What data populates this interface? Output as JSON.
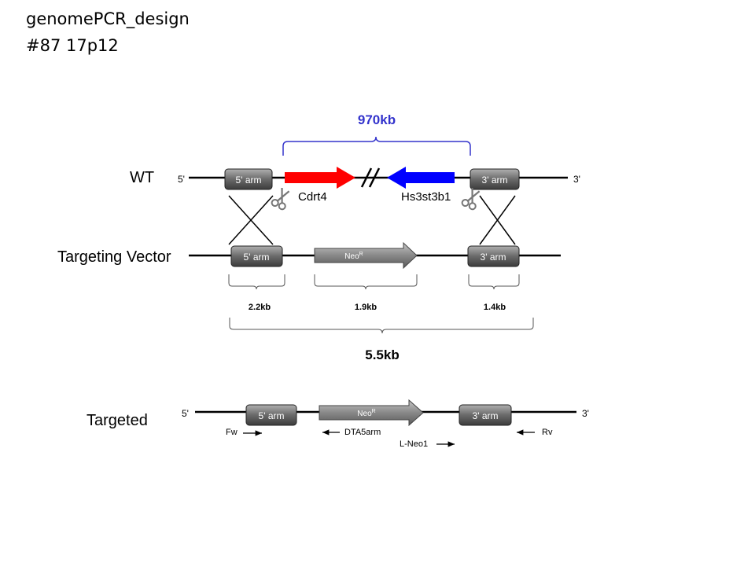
{
  "title": {
    "line1": "genomePCR_design",
    "line2": "#87  17p12"
  },
  "rows": {
    "wt": {
      "label": "WT",
      "end5": "5'",
      "end3": "3'",
      "arm5": "5' arm",
      "arm3": "3' arm",
      "gene1": "Cdrt4",
      "gene2": "Hs3st3b1",
      "span": "970kb"
    },
    "vector": {
      "label": "Targeting Vector",
      "arm5": "5' arm",
      "neo": "Neo",
      "neo_sup": "R",
      "arm3": "3' arm",
      "size_arm5": "2.2kb",
      "size_neo": "1.9kb",
      "size_arm3": "1.4kb",
      "size_total": "5.5kb"
    },
    "targeted": {
      "label": "Targeted",
      "end5": "5'",
      "end3": "3'",
      "arm5": "5' arm",
      "neo": "Neo",
      "neo_sup": "R",
      "arm3": "3' arm",
      "primer_fw": "Fw",
      "primer_dta": "DTA5arm",
      "primer_lneo": "L-Neo1",
      "primer_rv": "Rv"
    }
  },
  "colors": {
    "cdrt4_arrow": "#ff0000",
    "hs3st3b1_arrow": "#0000ff",
    "span_brace": "#3333cc",
    "box_gray": "#6e6e6e",
    "neo_gray": "#8a8a8a"
  },
  "icons": [
    "scissors-icon",
    "double-slash-break-icon"
  ]
}
